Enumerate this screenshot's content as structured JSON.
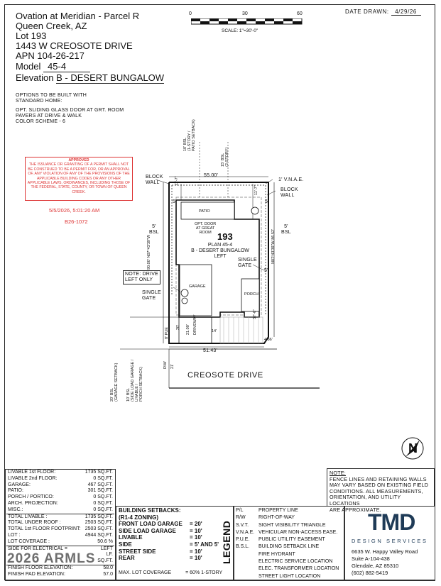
{
  "header": {
    "project": "Ovation at Meridian - Parcel R",
    "city": "Queen Creek, AZ",
    "lot_line": "Lot  193",
    "address": "1443 W CREOSOTE DRIVE",
    "apn": "APN  104-26-217",
    "model_label": "Model",
    "model_value": "45-4",
    "elevation_label": "Elevation",
    "elevation_value": "B - DESERT BUNGALOW",
    "date_label": "DATE DRAWN:",
    "date_value": "4/29/26"
  },
  "scale": {
    "ticks": [
      "0",
      "30",
      "60"
    ],
    "label": "SCALE: 1\"=30'-0\""
  },
  "options": {
    "intro": [
      "OPTIONS TO BE BUILT WITH",
      "STANDARD HOME:"
    ],
    "items": [
      "OPT. SLIDING GLASS DOOR AT GRT. ROOM",
      "PAVERS AT DRIVE & WALK",
      "COLOR SCHEME - 6"
    ]
  },
  "stamp": {
    "title": "APPROVED",
    "body": "THE ISSUANCE OR GRANTING OF A PERMIT SHALL NOT BE CONSTRUED TO BE A PERMIT FOR, OR AN APPROVAL OF, ANY VIOLATION OF ANY OF THE PROVISIONS OF THE APPLICABLE BUILDING CODES OR ANY OTHER APPLICABLE LAWS, ORDINANCES, INCLUDING THOSE OF THE FEDERAL, STATE, COUNTY, OR TOWN OF QUEEN CREEK.",
    "datetime": "5/5/2026, 5:01:20 AM",
    "permit": "B26-1072"
  },
  "plan": {
    "lot_number": "193",
    "plan_name": "PLAN 45-4",
    "elevation": "B - DESERT BUNGALOW",
    "orientation": "LEFT",
    "rooms": {
      "patio": "PATIO",
      "great_room_door": [
        "OPT. DOOR",
        "AT GREAT",
        "ROOM"
      ],
      "garage": "GARAGE",
      "porch": "PORCH",
      "driveway": "DRIVEWAY"
    },
    "street": "CREOSOTE DRIVE",
    "labels": {
      "block_wall_left": [
        "BLOCK",
        "WALL"
      ],
      "block_wall_right": [
        "BLOCK",
        "WALL"
      ],
      "vnae": "1' V.N.A.E.",
      "note_drive": [
        "NOTE: DRIVE",
        "LEFT ONLY"
      ],
      "single_gate_left": [
        "SINGLE",
        "GATE"
      ],
      "single_gate_right": [
        "SINGLE",
        "GATE"
      ],
      "bsl_left": [
        "5'",
        "BSL"
      ],
      "bsl_right": [
        "5'",
        "BSL"
      ],
      "rear_bsl_1": [
        "10' BSL",
        "(1-STORY /",
        "PATIO SETBACK)"
      ],
      "rear_bsl_2": [
        "15' BSL",
        "(2-STORY)"
      ],
      "front_bsl_1": [
        "20' BSL",
        "(GARAGE SETBACK)"
      ],
      "front_bsl_2": [
        "10' BSL",
        "(SIDE LOAD GARAGE /",
        "LIVABLE /",
        "PORCH SETBACK)"
      ],
      "pue": "8' PUE",
      "rw": "R/W"
    },
    "dims": {
      "rear_width": "55.00'",
      "front_width": "51.43'",
      "left_depth": "90.00'",
      "left_bearing": "N07°43'39\"W",
      "right_depth": "86.52'",
      "right_bearing": "N07°43'39\"W",
      "rear_setback_l": "11'-7\"",
      "rear_setback_r": "11'-7\"",
      "side_l": "5'",
      "side_r": "5'",
      "side_r2": "5'",
      "porch_dim": "37'-6\"",
      "drive_dim": "21.00'",
      "front_20": "20'",
      "front_21": "21'",
      "drive_14": "14'",
      "corner": "4.86'"
    }
  },
  "notes": {
    "label": "NOTE:",
    "text": [
      "FENCE LINES AND RETAINING WALLS",
      "MAY VARY BASED ON EXISTING FIELD",
      "CONDITIONS.  ALL MEASUREMENTS,",
      "ORIENTATION, AND UTILITY LOCATIONS",
      "ARE APPROXIMATE."
    ]
  },
  "areas": [
    [
      "LIVABLE 1st FLOOR:",
      "1735 SQ.FT."
    ],
    [
      "LIVABLE 2nd FLOOR:",
      "0 SQ.FT."
    ],
    [
      "GARAGE:",
      "467 SQ.FT."
    ],
    [
      "PATIO:",
      "301 SQ.FT."
    ],
    [
      "PORCH / PORTICO:",
      "0 SQ.FT."
    ],
    [
      "ARCH. PROJECTION:",
      "0 SQ.FT."
    ],
    [
      "MISC.:",
      "0 SQ.FT."
    ],
    [
      "TOTAL LIVABLE :",
      "1735 SQ.FT."
    ],
    [
      "TOTAL UNDER ROOF :",
      "2503 SQ.FT."
    ],
    [
      "TOTAL 1st FLOOR FOOTPRINT:",
      "2503 SQ.FT."
    ],
    [
      "LOT :",
      "4944 SQ.FT."
    ],
    [
      "LOT COVERAGE :",
      "50.6 %"
    ],
    [
      "SIDE FOR ELECTRICAL =",
      "LEFT"
    ],
    [
      "",
      "LF."
    ],
    [
      "",
      "SQ.FT."
    ],
    [
      "FINISH FLOOR ELEVATION:",
      "58.0"
    ],
    [
      "FINISH PAD ELEVATION:",
      "57.0"
    ]
  ],
  "watermark": "2026 ARMLS",
  "setbacks": {
    "title": "BUILDING SETBACKS:",
    "zoning": "(R1-4 ZONING)",
    "rows": [
      [
        "FRONT LOAD GARAGE",
        "= 20'"
      ],
      [
        "SIDE LOAD GARAGE",
        "= 10'"
      ],
      [
        "LIVABLE",
        "= 10'"
      ],
      [
        "SIDE",
        "= 5' AND 5'"
      ],
      [
        "STREET SIDE",
        "= 10'"
      ],
      [
        "REAR",
        "= 10'"
      ]
    ],
    "coverage_label": "MAX. LOT COVERAGE",
    "coverage_value": "= 60% 1-STORY"
  },
  "legend": {
    "title": "LEGEND",
    "items": [
      [
        "P/L",
        "PROPERTY LINE"
      ],
      [
        "R/W",
        "RIGHT-OF-WAY"
      ],
      [
        "S.V.T.",
        "SIGHT VISIBILITY TRIANGLE"
      ],
      [
        "V.N.A.E.",
        "VEHICULAR NON-ACCESS EASE."
      ],
      [
        "P.U.E.",
        "PUBLIC UTILITY EASEMENT"
      ],
      [
        "B.S.L.",
        "BUILDING SETBACK LINE"
      ],
      [
        "",
        "FIRE HYDRANT"
      ],
      [
        "",
        "ELECTRIC SERVICE LOCATION"
      ],
      [
        "",
        "ELEC. TRANSFORMER LOCATION"
      ],
      [
        "",
        "STREET LIGHT LOCATION"
      ]
    ]
  },
  "company": {
    "logo": "TMD",
    "tagline": "DESIGN SERVICES",
    "address1": "6635 W. Happy Valley Road",
    "address2": "Suite A-104-438",
    "address3": "Glendale, AZ 85310",
    "phone": "(602) 882-5419"
  },
  "north": "N"
}
